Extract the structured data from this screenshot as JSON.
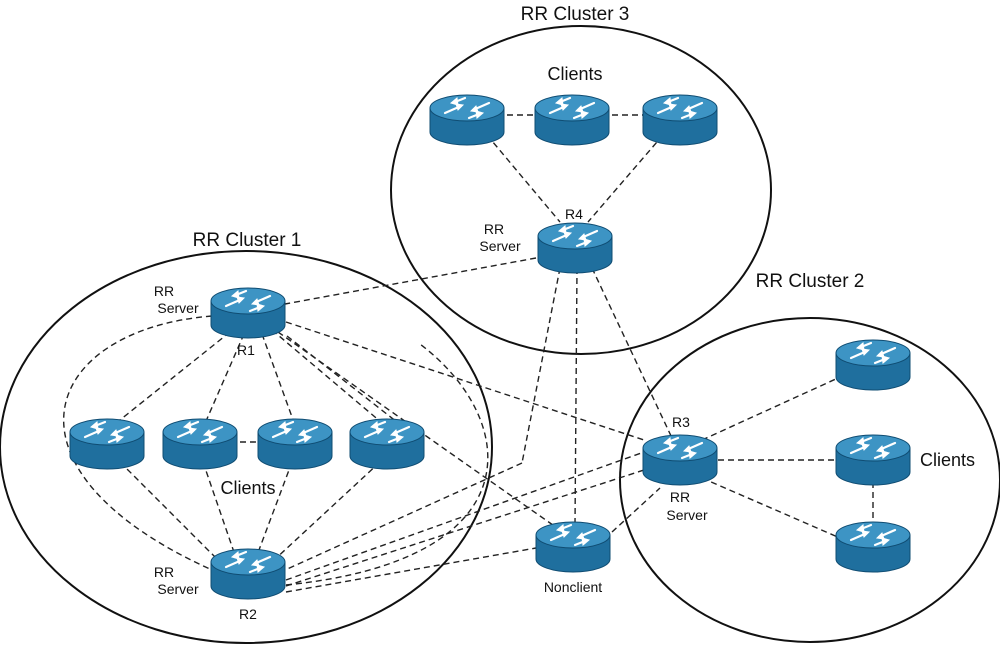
{
  "clusters": {
    "c3": {
      "title": "RR Cluster 3",
      "clients_label": "Clients"
    },
    "c1": {
      "title": "RR Cluster 1",
      "clients_label": "Clients"
    },
    "c2": {
      "title": "RR Cluster 2",
      "clients_label": "Clients"
    }
  },
  "routers": {
    "r4": {
      "name": "R4",
      "role_line1": "RR",
      "role_line2": "Server"
    },
    "r1": {
      "name": "R1",
      "role_line1": "RR",
      "role_line2": "Server"
    },
    "r2": {
      "name": "R2",
      "role_line1": "RR",
      "role_line2": "Server"
    },
    "r3": {
      "name": "R3",
      "role_line1": "RR",
      "role_line2": "Server"
    },
    "nonclient": {
      "name": "Nonclient"
    }
  },
  "colors": {
    "router_body": "#1f6f9e",
    "router_top": "#3d94c4",
    "router_edge": "#0f4c72",
    "arrow": "#ffffff"
  },
  "icon": "router-icon"
}
